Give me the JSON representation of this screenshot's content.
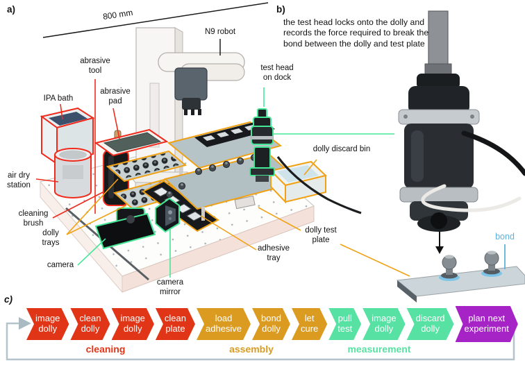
{
  "panels": {
    "a": {
      "tag": "a)",
      "dimension": "800 mm",
      "labels": {
        "ipa_bath": "IPA bath",
        "abrasive_tool": "abrasive tool",
        "abrasive_pad": "abrasive pad",
        "air_dry_station": "air dry station",
        "cleaning_brush": "cleaning brush",
        "dolly_trays": "dolly trays",
        "camera": "camera",
        "camera_mirror": "camera mirror",
        "adhesive_tray": "adhesive tray",
        "dolly_test_plate": "dolly test plate",
        "dolly_discard_bin": "dolly discard bin",
        "test_head_on_dock": "test head on dock",
        "n9_robot": "N9 robot"
      },
      "annotation_colors": {
        "cleaning_red": "#ee2b1c",
        "assembly_orange": "#f0a114",
        "measurement_green": "#45e796",
        "bond_blue": "#5fb0dc",
        "neutral_black": "#1a1a1a"
      }
    },
    "b": {
      "tag": "b)",
      "description": "the test head locks onto the dolly and records the force required to break the bond between the dolly and test plate",
      "bond_label": "bond"
    },
    "c": {
      "tag": "c)",
      "steps": [
        {
          "label": "image dolly",
          "stage": "cleaning"
        },
        {
          "label": "clean dolly",
          "stage": "cleaning"
        },
        {
          "label": "image dolly",
          "stage": "cleaning"
        },
        {
          "label": "clean plate",
          "stage": "cleaning"
        },
        {
          "label": "load adhesive",
          "stage": "assembly"
        },
        {
          "label": "bond dolly",
          "stage": "assembly"
        },
        {
          "label": "let cure",
          "stage": "assembly"
        },
        {
          "label": "pull test",
          "stage": "measurement"
        },
        {
          "label": "image dolly",
          "stage": "measurement"
        },
        {
          "label": "discard dolly",
          "stage": "measurement"
        },
        {
          "label": "plan next experiment",
          "stage": "plan"
        }
      ],
      "stage_labels": {
        "cleaning": "cleaning",
        "assembly": "assembly",
        "measurement": "measurement"
      },
      "stage_colors": {
        "cleaning": "#e13517",
        "assembly": "#db9b21",
        "measurement": "#57e1a3",
        "plan": "#a623c6"
      },
      "loop_color": "#b5c3ca"
    }
  }
}
